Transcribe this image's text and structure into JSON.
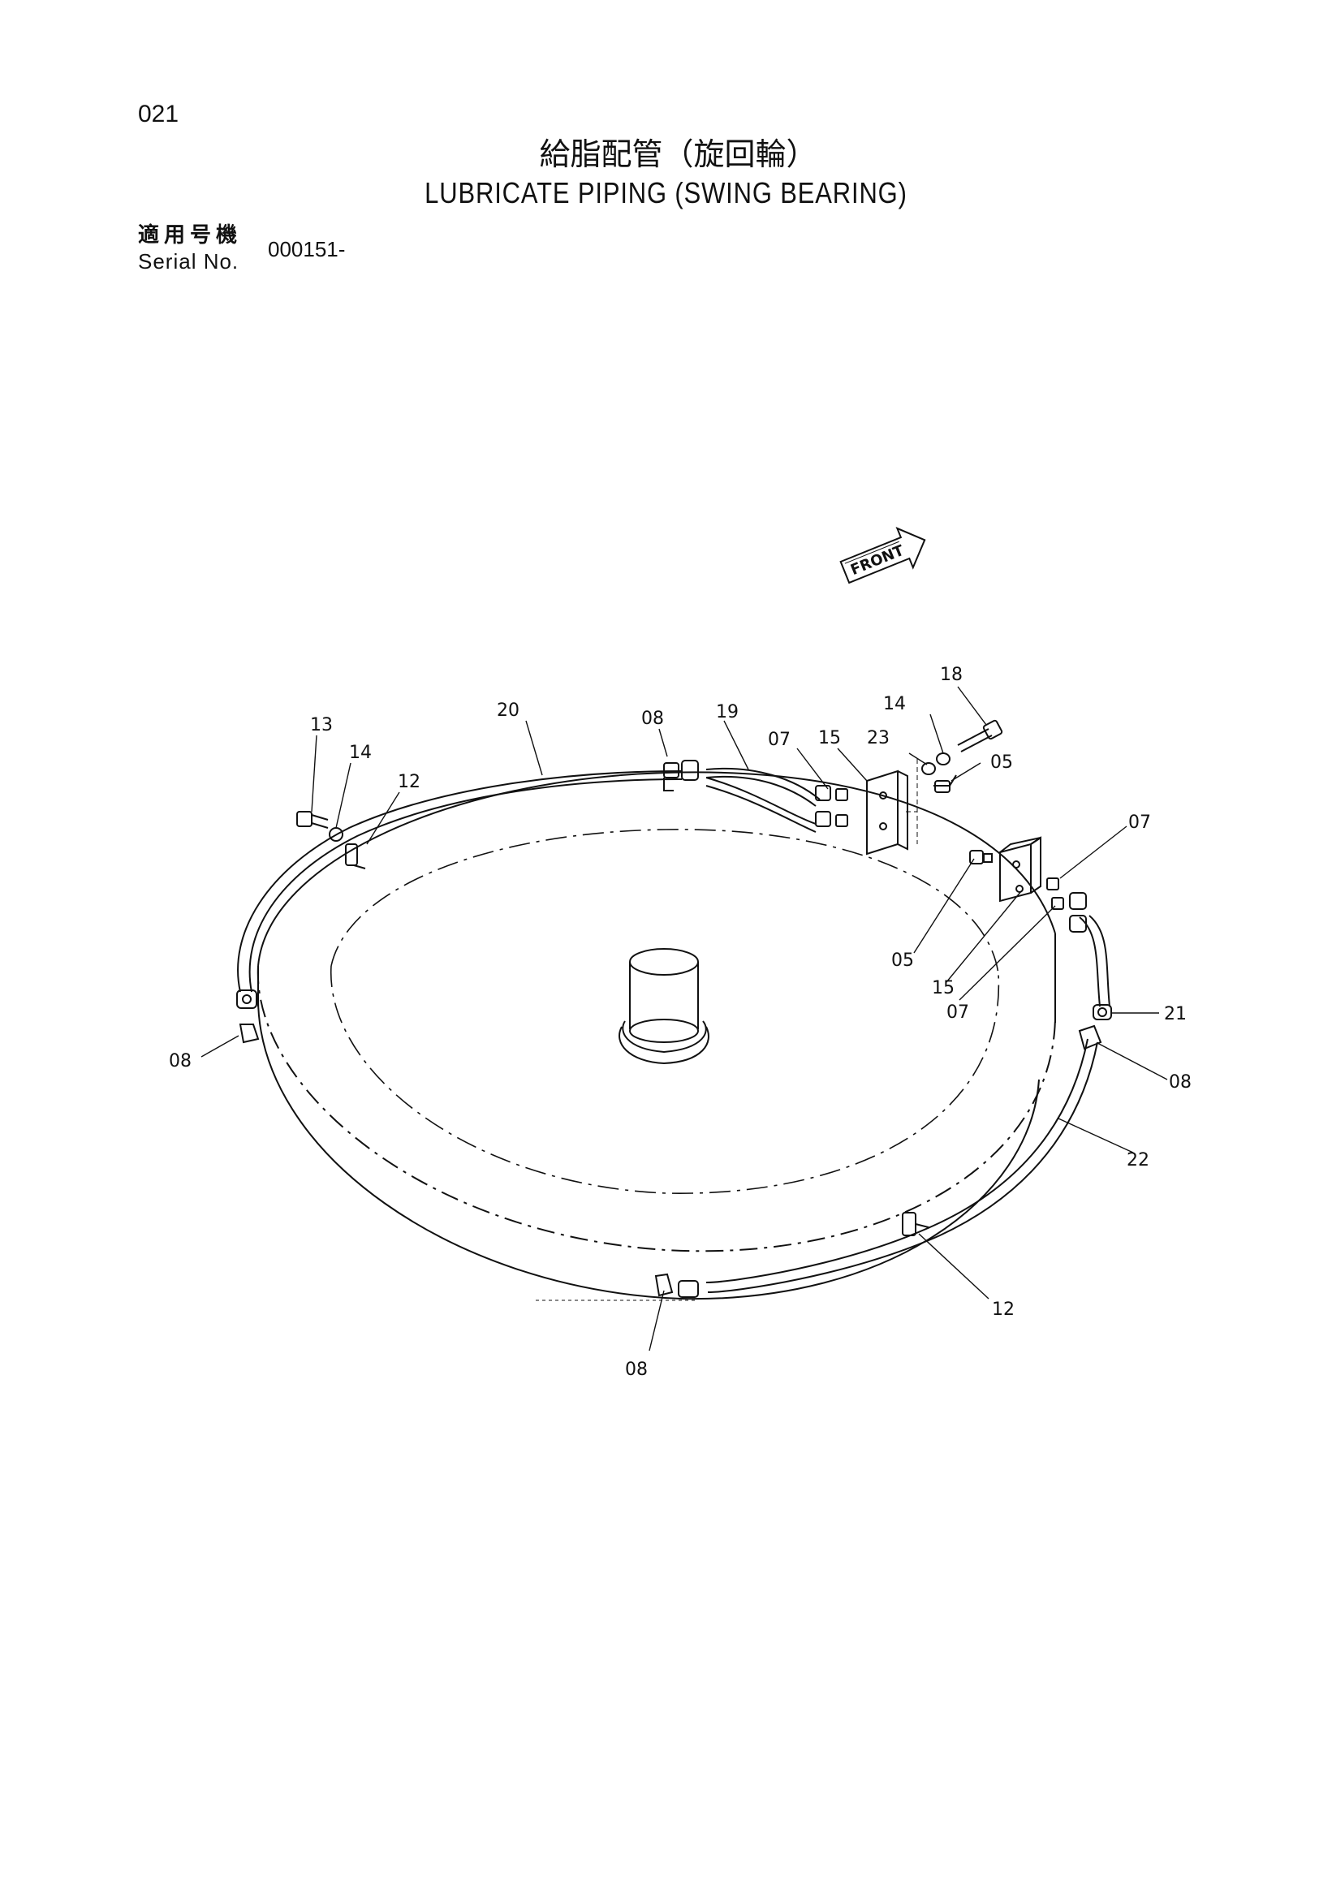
{
  "header": {
    "page_number": "021",
    "title_jp": "給脂配管（旋回輪）",
    "title_en": "LUBRICATE PIPING (SWING BEARING)",
    "serial_label_jp": "適用号機",
    "serial_label_en": "Serial No.",
    "serial_value": "000151-"
  },
  "diagram": {
    "front_label": "FRONT",
    "callouts": [
      {
        "id": "c18",
        "text": "18"
      },
      {
        "id": "c14a",
        "text": "14"
      },
      {
        "id": "c23",
        "text": "23"
      },
      {
        "id": "c05a",
        "text": "05"
      },
      {
        "id": "c20",
        "text": "20"
      },
      {
        "id": "c08a",
        "text": "08"
      },
      {
        "id": "c19",
        "text": "19"
      },
      {
        "id": "c07a",
        "text": "07"
      },
      {
        "id": "c15a",
        "text": "15"
      },
      {
        "id": "c13",
        "text": "13"
      },
      {
        "id": "c14b",
        "text": "14"
      },
      {
        "id": "c12a",
        "text": "12"
      },
      {
        "id": "c07b",
        "text": "07"
      },
      {
        "id": "c05b",
        "text": "05"
      },
      {
        "id": "c15b",
        "text": "15"
      },
      {
        "id": "c07c",
        "text": "07"
      },
      {
        "id": "c21",
        "text": "21"
      },
      {
        "id": "c08b",
        "text": "08"
      },
      {
        "id": "c08c",
        "text": "08"
      },
      {
        "id": "c22",
        "text": "22"
      },
      {
        "id": "c12b",
        "text": "12"
      },
      {
        "id": "c08d",
        "text": "08"
      }
    ]
  }
}
